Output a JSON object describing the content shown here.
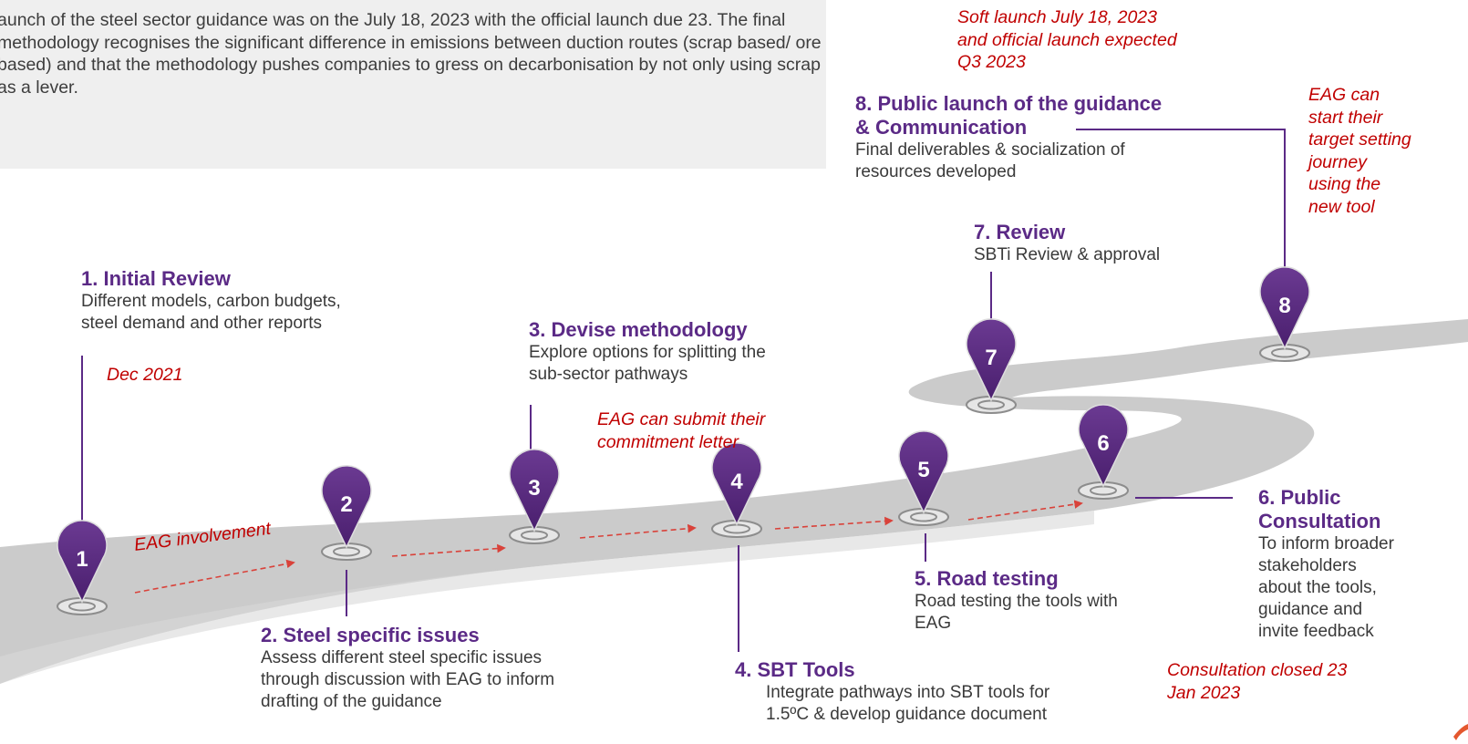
{
  "intro": {
    "text": "aunch of the steel sector guidance was on the July 18, 2023 with the official launch due 23.  The final methodology recognises the significant difference in emissions between duction routes (scrap based/ ore based) and that the methodology pushes companies to gress on decarbonisation by not only using scrap as a lever."
  },
  "colors": {
    "accent": "#5b2a86",
    "note": "#c00000",
    "road": "#c8c8c8",
    "arrow": "#d9423a"
  },
  "steps": [
    {
      "number": "1",
      "title": "1. Initial Review",
      "desc_lines": [
        "Different models, carbon budgets,",
        "steel demand and other reports"
      ]
    },
    {
      "number": "2",
      "title": "2. Steel specific issues",
      "desc_lines": [
        "Assess different steel specific issues",
        "through discussion with EAG to inform",
        "drafting of the guidance"
      ]
    },
    {
      "number": "3",
      "title": "3. Devise methodology",
      "desc_lines": [
        "Explore options for splitting the",
        "sub-sector pathways"
      ]
    },
    {
      "number": "4",
      "title": "4. SBT Tools",
      "desc_lines": [
        "Integrate pathways into SBT tools for",
        "1.5ºC & develop guidance document"
      ]
    },
    {
      "number": "5",
      "title": "5. Road testing",
      "desc_lines": [
        "Road testing the tools with",
        "EAG"
      ]
    },
    {
      "number": "6",
      "title_lines": [
        "6. Public",
        "Consultation"
      ],
      "desc_lines": [
        "To inform broader",
        "stakeholders",
        "about the tools,",
        "guidance and",
        "invite feedback"
      ]
    },
    {
      "number": "7",
      "title": "7. Review",
      "desc_lines": [
        "SBTi Review & approval"
      ]
    },
    {
      "number": "8",
      "title_lines": [
        "8. Public launch of the guidance",
        "& Communication"
      ],
      "desc_lines": [
        "Final deliverables & socialization of",
        "resources developed"
      ]
    }
  ],
  "notes": {
    "dec_2021": "Dec 2021",
    "eag_involvement": "EAG involvement",
    "eag_commitment": [
      "EAG can submit their",
      "commitment letter"
    ],
    "consultation_closed": [
      "Consultation closed 23",
      "Jan 2023"
    ],
    "soft_launch": [
      "Soft launch July 18, 2023",
      "and official launch expected",
      "Q3 2023"
    ],
    "eag_target": [
      "EAG can",
      "start their",
      "target setting",
      "journey",
      "using the",
      "new tool"
    ]
  }
}
